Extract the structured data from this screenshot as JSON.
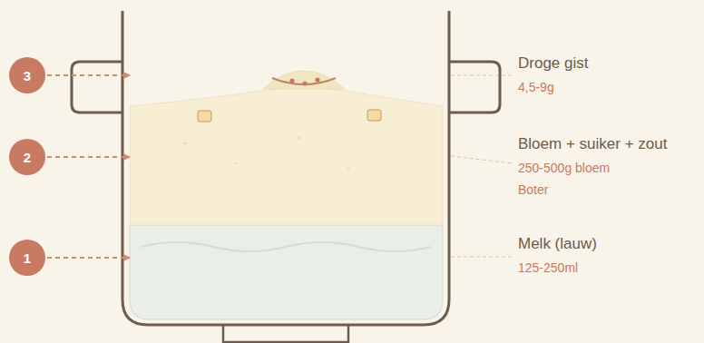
{
  "diagram": {
    "nodes": [
      {
        "text": [
          "3"
        ]
      },
      {
        "text": [
          "2"
        ]
      },
      {
        "text": [
          "1"
        ]
      }
    ],
    "labels": [
      "Droge gist",
      "4,5-9g",
      "Bloem + suiker + zout",
      "250-500g bloem",
      "Boter",
      "Melk (lauw)",
      "125-250ml"
    ]
  }
}
